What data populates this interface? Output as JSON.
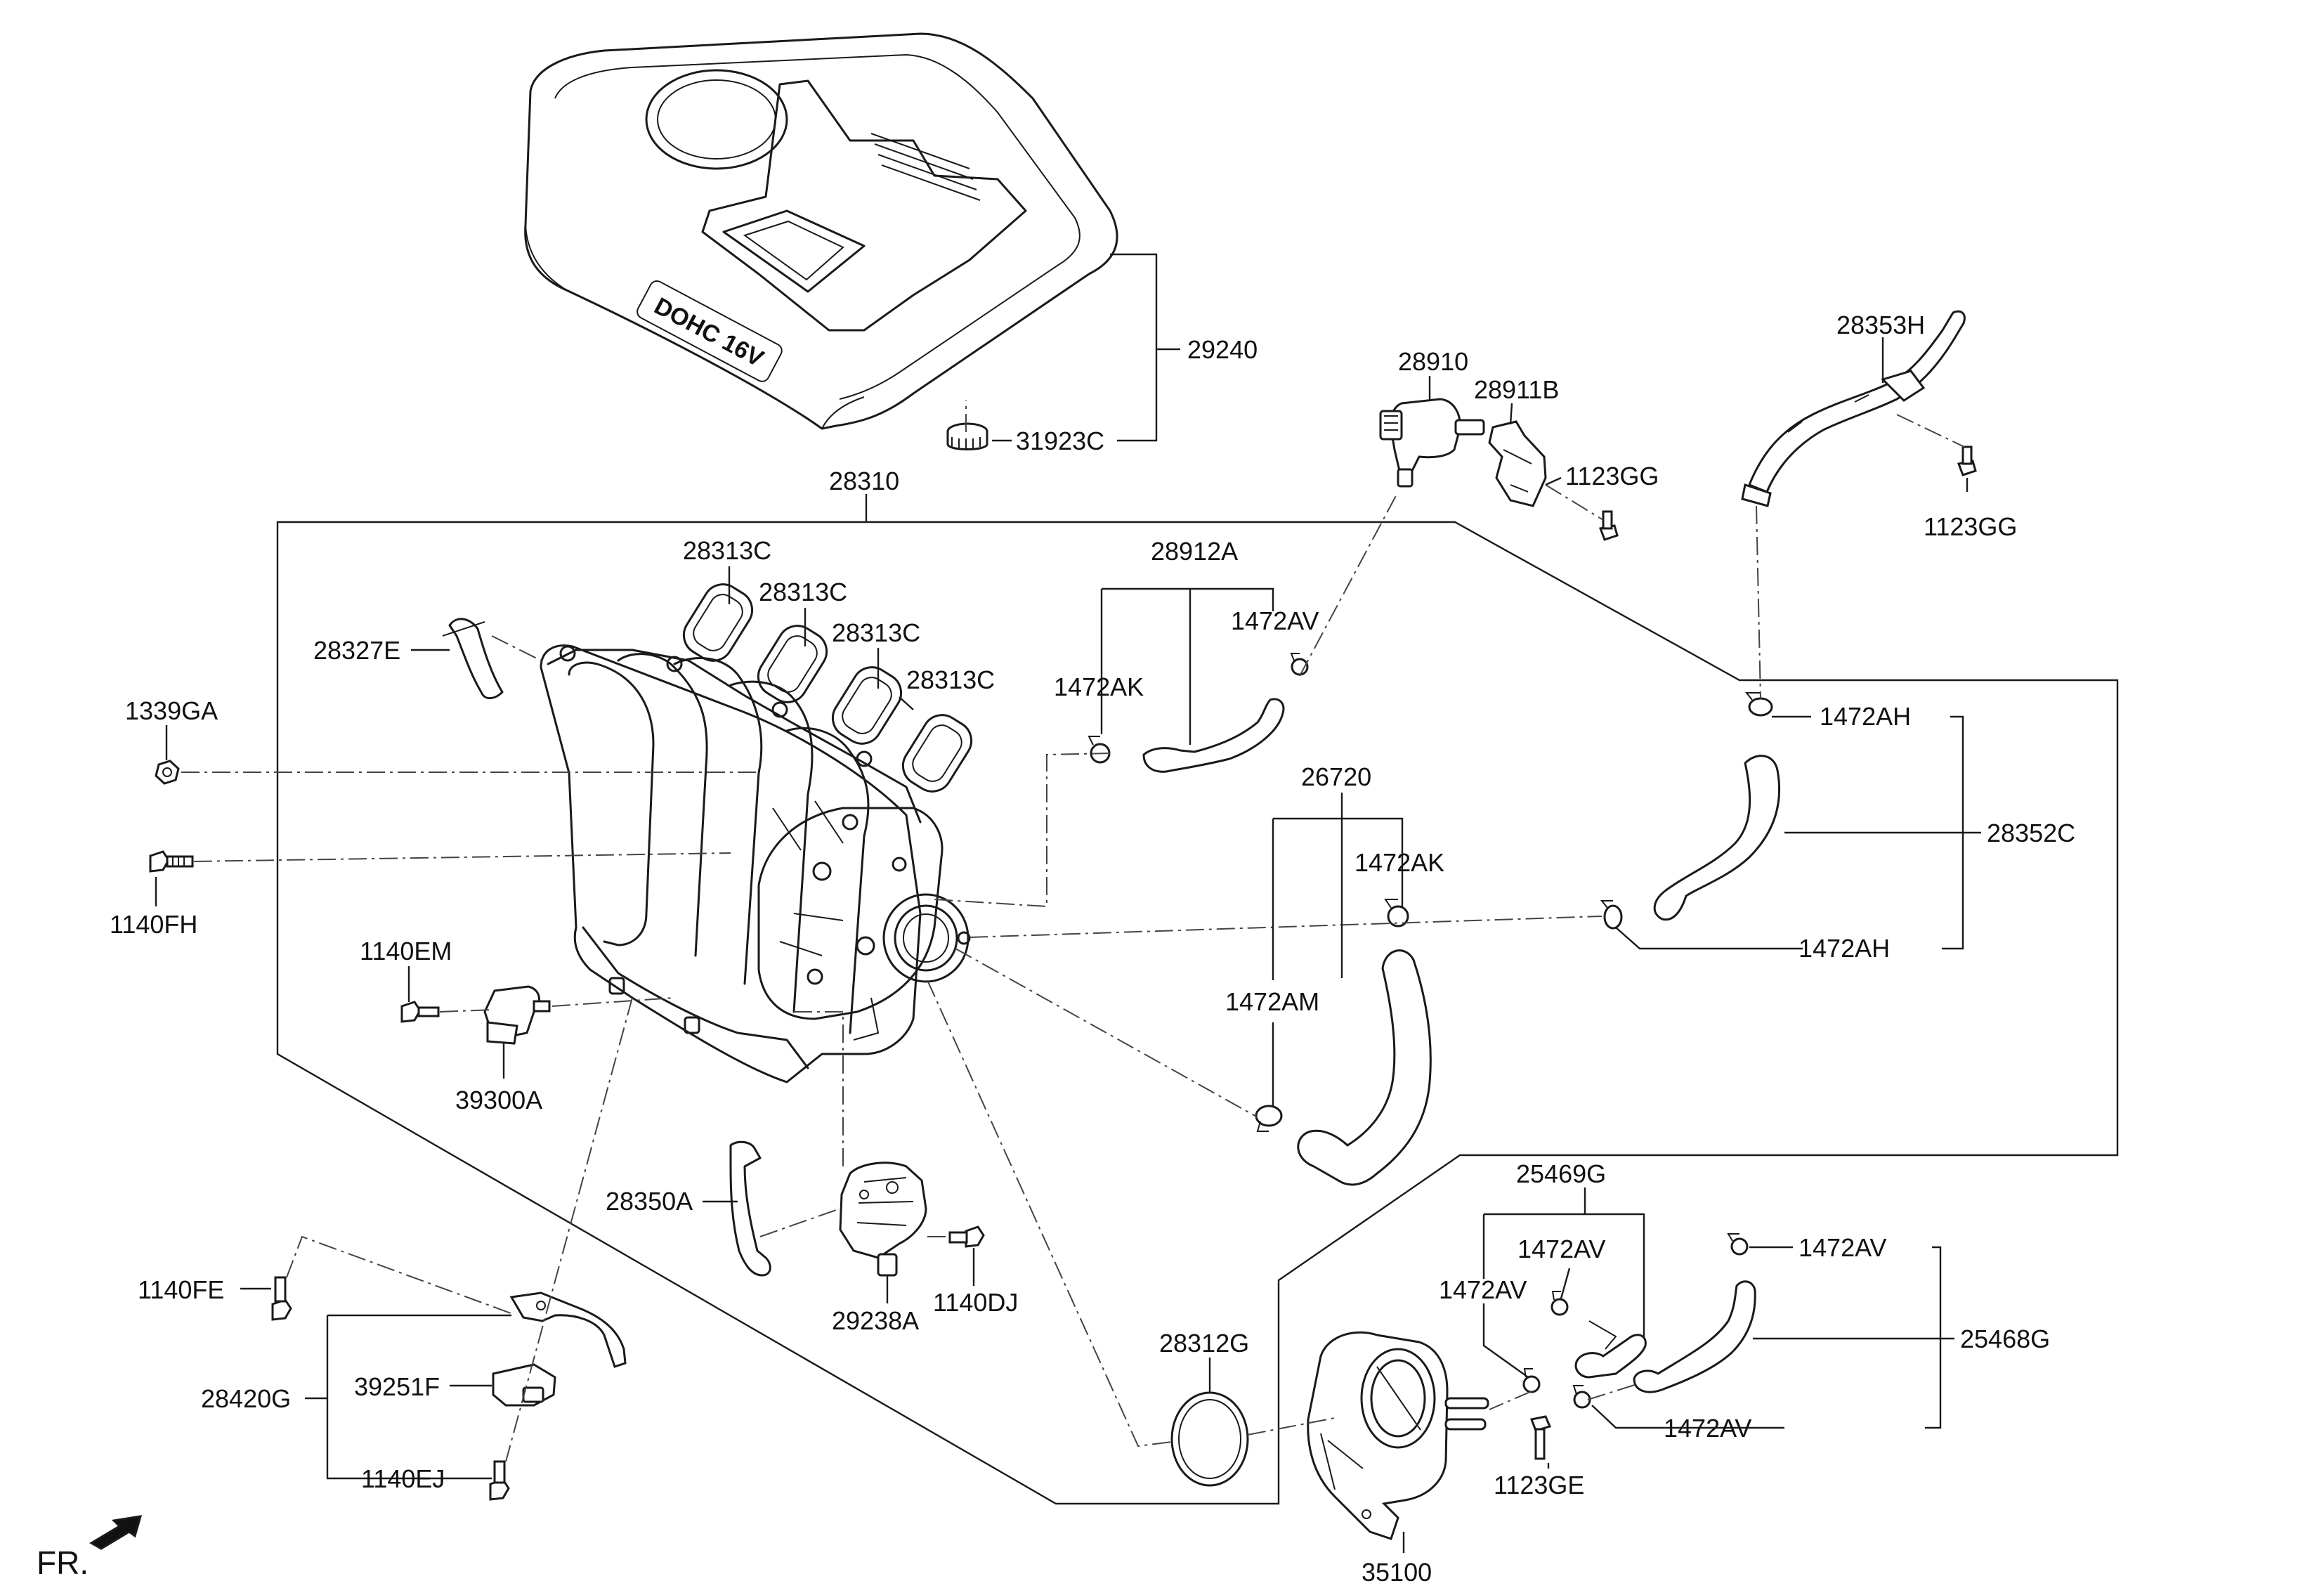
{
  "diagram": {
    "labels": {
      "p29240": "29240",
      "p31923C": "31923C",
      "p28310": "28310",
      "p28910": "28910",
      "p28911B": "28911B",
      "p1123GG_a": "1123GG",
      "p28353H": "28353H",
      "p1123GG_b": "1123GG",
      "p28313C_1": "28313C",
      "p28313C_2": "28313C",
      "p28313C_3": "28313C",
      "p28313C_4": "28313C",
      "p28912A": "28912A",
      "p1472AV_top": "1472AV",
      "p28327E": "28327E",
      "p1472AK_a": "1472AK",
      "p1339GA": "1339GA",
      "p1472AH_top": "1472AH",
      "p26720": "26720",
      "p28352C": "28352C",
      "p1140FH": "1140FH",
      "p1472AK_b": "1472AK",
      "p1472AH_bot": "1472AH",
      "p1140EM": "1140EM",
      "p1472AM": "1472AM",
      "p39300A": "39300A",
      "p25469G": "25469G",
      "p28350A": "28350A",
      "p1472AV_r1": "1472AV",
      "p1472AV_r2": "1472AV",
      "p1472AV_r3": "1472AV",
      "p1472AV_r4": "1472AV",
      "p1140FE": "1140FE",
      "p29238A": "29238A",
      "p1140DJ": "1140DJ",
      "p28312G": "28312G",
      "p25468G": "25468G",
      "p28420G": "28420G",
      "p39251F": "39251F",
      "p1123GE": "1123GE",
      "p1140EJ": "1140EJ",
      "p35100": "35100",
      "engraving": "DOHC 16V",
      "front_marker": "FR."
    }
  }
}
